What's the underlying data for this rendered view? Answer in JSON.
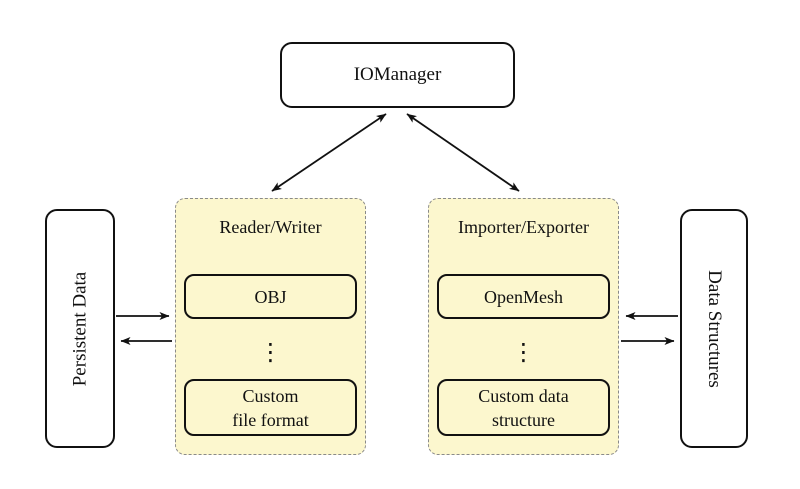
{
  "diagram": {
    "nodes": {
      "iomanager": "IOManager",
      "persistent_data": "Persistent Data",
      "data_structures": "Data Structures"
    },
    "panels": {
      "reader_writer": {
        "title": "Reader/Writer",
        "box1": "OBJ",
        "dots": "⋮",
        "box2_line1": "Custom",
        "box2_line2": "file format"
      },
      "importer_exporter": {
        "title": "Importer/Exporter",
        "box1": "OpenMesh",
        "dots": "⋮",
        "box2_line1": "Custom data",
        "box2_line2": "structure"
      }
    },
    "connections": [
      {
        "from": "IOManager",
        "to": "Reader/Writer",
        "bidirectional": true
      },
      {
        "from": "IOManager",
        "to": "Importer/Exporter",
        "bidirectional": true
      },
      {
        "from": "Persistent Data",
        "to": "Reader/Writer",
        "bidirectional": false
      },
      {
        "from": "Reader/Writer",
        "to": "Persistent Data",
        "bidirectional": false
      },
      {
        "from": "Data Structures",
        "to": "Importer/Exporter",
        "bidirectional": false
      },
      {
        "from": "Importer/Exporter",
        "to": "Data Structures",
        "bidirectional": false
      }
    ],
    "colors": {
      "panel_fill": "#FCF7CE",
      "panel_border": "#8A8A8A",
      "node_border": "#111111",
      "arrow": "#111111",
      "background": "#FFFFFF"
    }
  }
}
